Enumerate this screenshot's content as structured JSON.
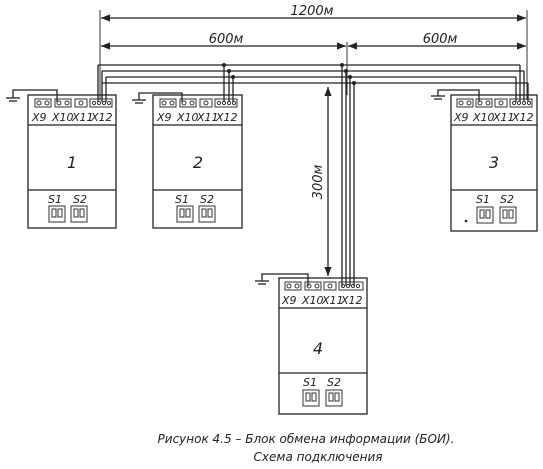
{
  "dimensions": {
    "total": "1200м",
    "left": "600м",
    "right": "600м",
    "vertical": "300м"
  },
  "blocks": [
    {
      "number": "1",
      "connectors": [
        "X9",
        "X10",
        "X11",
        "X12"
      ],
      "switches": [
        "S1",
        "S2"
      ]
    },
    {
      "number": "2",
      "connectors": [
        "X9",
        "X10",
        "X11",
        "X12"
      ],
      "switches": [
        "S1",
        "S2"
      ]
    },
    {
      "number": "3",
      "connectors": [
        "X9",
        "X10",
        "X11",
        "X12"
      ],
      "switches": [
        "S1",
        "S2"
      ]
    },
    {
      "number": "4",
      "connectors": [
        "X9",
        "X10",
        "X11",
        "X12"
      ],
      "switches": [
        "S1",
        "S2"
      ]
    }
  ],
  "caption": {
    "line1": "Рисунок 4.5 – Блок обмена информации (БОИ).",
    "line2": "Схема подключения"
  }
}
